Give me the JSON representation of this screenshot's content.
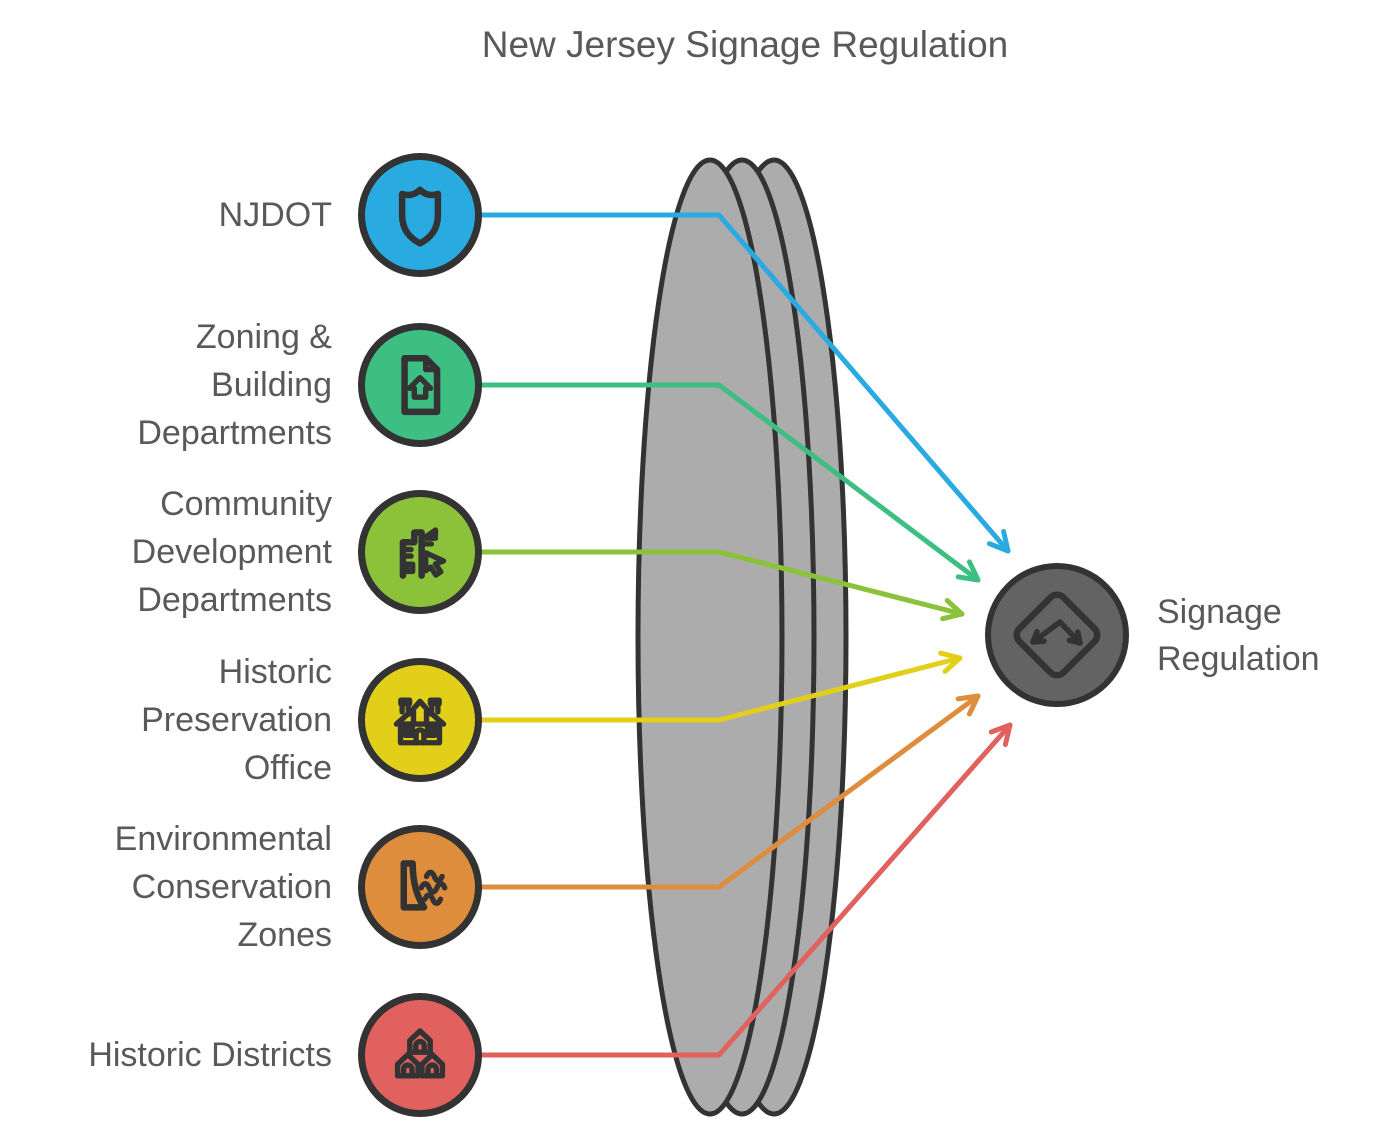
{
  "title": "New Jersey Signage Regulation",
  "colors": {
    "ink": "#333333",
    "text": "#58595b",
    "lens": "#acacac",
    "target-fill": "#636363",
    "njdot": "#29abe2",
    "zoning": "#3dbf83",
    "community": "#8cc13a",
    "historic-office": "#e2cf1a",
    "environmental": "#de8d3d",
    "districts": "#e0615d"
  },
  "sources": [
    {
      "label": "NJDOT",
      "icon": "shield-icon",
      "color": "#29abe2"
    },
    {
      "label": "Zoning &\nBuilding\nDepartments",
      "icon": "document-home-icon",
      "color": "#3dbf83"
    },
    {
      "label": "Community\nDevelopment\nDepartments",
      "icon": "city-cursor-icon",
      "color": "#8cc13a"
    },
    {
      "label": "Historic\nPreservation\nOffice",
      "icon": "historic-house-icon",
      "color": "#e2cf1a"
    },
    {
      "label": "Environmental\nConservation\nZones",
      "icon": "dam-waves-icon",
      "color": "#de8d3d"
    },
    {
      "label": "Historic Districts",
      "icon": "houses-icon",
      "color": "#e0615d"
    }
  ],
  "target": {
    "label": "Signage\nRegulation",
    "icon": "road-sign-arrows-icon",
    "color": "#636363"
  }
}
